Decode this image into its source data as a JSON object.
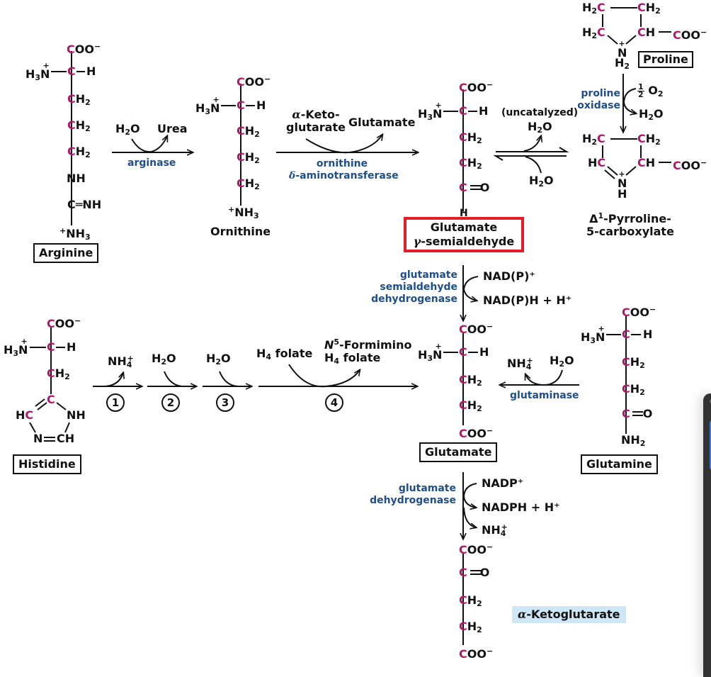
{
  "compounds": {
    "arginine": {
      "name": "Arginine",
      "groups": [
        "COO⁻",
        "H₃N⁺",
        "C",
        "H",
        "CH₂",
        "CH₂",
        "CH₂",
        "NH",
        "C=NH",
        "⁺NH₃"
      ]
    },
    "ornithine": {
      "name": "Ornithine",
      "groups": [
        "COO⁻",
        "H₃N⁺",
        "C",
        "H",
        "CH₂",
        "CH₂",
        "CH₂",
        "⁺NH₃"
      ]
    },
    "glutamate_semialdehyde": {
      "name_line1": "Glutamate",
      "name_line2": "γ-semialdehyde",
      "highlighted": true,
      "highlight_color": "#e41e26",
      "groups": [
        "COO⁻",
        "H₃N⁺",
        "C",
        "H",
        "CH₂",
        "CH₂",
        "C=O",
        "H"
      ]
    },
    "proline": {
      "name": "Proline",
      "groups": [
        "H₂C",
        "CH₂",
        "H₂C",
        "CH",
        "COO⁻",
        "N⁺",
        "H₂"
      ]
    },
    "pyrroline_5_carboxylate": {
      "name_line1": "Δ¹-Pyrroline-",
      "name_line2": "5-carboxylate",
      "groups": [
        "H₂C",
        "CH₂",
        "HC",
        "CH",
        "COO⁻",
        "N⁺",
        "H"
      ]
    },
    "histidine": {
      "name": "Histidine",
      "groups": [
        "COO⁻",
        "H₃N⁺",
        "C",
        "H",
        "CH₂",
        "C",
        "HC",
        "NH",
        "N",
        "CH"
      ]
    },
    "glutamate": {
      "name": "Glutamate",
      "groups": [
        "COO⁻",
        "H₃N⁺",
        "C",
        "H",
        "CH₂",
        "CH₂",
        "COO⁻"
      ]
    },
    "glutamine": {
      "name": "Glutamine",
      "groups": [
        "COO⁻",
        "H₃N⁺",
        "C",
        "H",
        "CH₂",
        "CH₂",
        "C=O",
        "NH₂"
      ]
    },
    "alpha_ketoglutarate": {
      "name": "α-Ketoglutarate",
      "highlight_color": "#cfe6f7",
      "groups": [
        "COO⁻",
        "C=O",
        "CH₂",
        "CH₂",
        "COO⁻"
      ]
    }
  },
  "reactions": {
    "arginase": {
      "enzyme": "arginase",
      "in": "H₂O",
      "out": "Urea"
    },
    "ornithine_aminotransferase": {
      "enzyme_line1": "ornithine",
      "enzyme_line2": "δ-aminotransferase",
      "in_line1": "α-Keto-",
      "in_line2": "glutarate",
      "out": "Glutamate"
    },
    "cyclization": {
      "condition": "(uncatalyzed)",
      "out": "H₂O",
      "in": "H₂O"
    },
    "proline_oxidase": {
      "enzyme_line1": "proline",
      "enzyme_line2": "oxidase",
      "in": "½ O₂",
      "out": "H₂O"
    },
    "gsa_dehydrogenase": {
      "enzyme_line1": "glutamate",
      "enzyme_line2": "semialdehyde",
      "enzyme_line3": "dehydrogenase",
      "in": "NAD(P)⁺",
      "out": "NAD(P)H + H⁺"
    },
    "histidine_steps": [
      {
        "step": "1",
        "out": "NH₄⁺"
      },
      {
        "step": "2",
        "in": "H₂O"
      },
      {
        "step": "3",
        "in": "H₂O"
      },
      {
        "step": "4",
        "in": "H₄ folate",
        "out_line1": "N⁵-Formimino",
        "out_line2": "H₄ folate"
      }
    ],
    "glutaminase": {
      "enzyme": "glutaminase",
      "in": "H₂O",
      "out": "NH₄⁺"
    },
    "glutamate_dehydrogenase": {
      "enzyme_line1": "glutamate",
      "enzyme_line2": "dehydrogenase",
      "in": "NADP⁺",
      "out1": "NADPH + H⁺",
      "out2": "NH₄⁺"
    }
  },
  "colors": {
    "carbon": "#b0166a",
    "enzyme": "#1f4e8c",
    "highlight_box": "#e41e26",
    "highlight_fill": "#cfe6f7"
  }
}
